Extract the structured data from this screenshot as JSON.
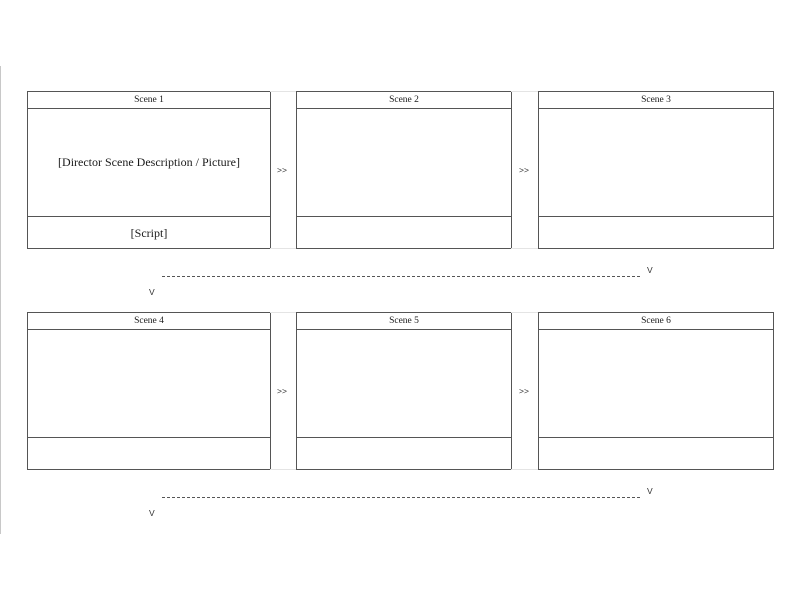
{
  "storyboard": {
    "rows": [
      {
        "scenes": [
          {
            "title": "Scene 1",
            "picture": "[Director Scene Description / Picture]",
            "script": "[Script]"
          },
          {
            "title": "Scene 2",
            "picture": "",
            "script": ""
          },
          {
            "title": "Scene 3",
            "picture": "",
            "script": ""
          }
        ],
        "arrows": [
          ">>",
          ">>"
        ]
      },
      {
        "scenes": [
          {
            "title": "Scene 4",
            "picture": "",
            "script": ""
          },
          {
            "title": "Scene 5",
            "picture": "",
            "script": ""
          },
          {
            "title": "Scene 6",
            "picture": "",
            "script": ""
          }
        ],
        "arrows": [
          ">>",
          ">>"
        ]
      }
    ],
    "connectors": [
      {
        "right_mark": "V",
        "left_mark": "V"
      },
      {
        "right_mark": "V",
        "left_mark": "V"
      }
    ]
  }
}
